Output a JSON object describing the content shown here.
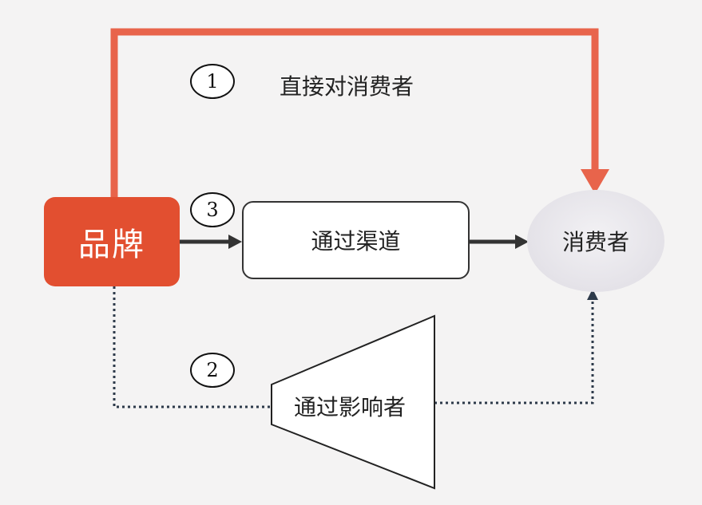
{
  "nodes": {
    "brand": "品牌",
    "channel": "通过渠道",
    "consumer": "消费者",
    "influencer": "通过影响者"
  },
  "paths": [
    {
      "number": "1",
      "label": "直接对消费者"
    },
    {
      "number": "2",
      "label": ""
    },
    {
      "number": "3",
      "label": ""
    }
  ],
  "colors": {
    "brand_fill": "#e24f30",
    "direct_arrow": "#e8644b",
    "channel_arrow": "#333333",
    "influencer_path": "#2d3a4a"
  }
}
